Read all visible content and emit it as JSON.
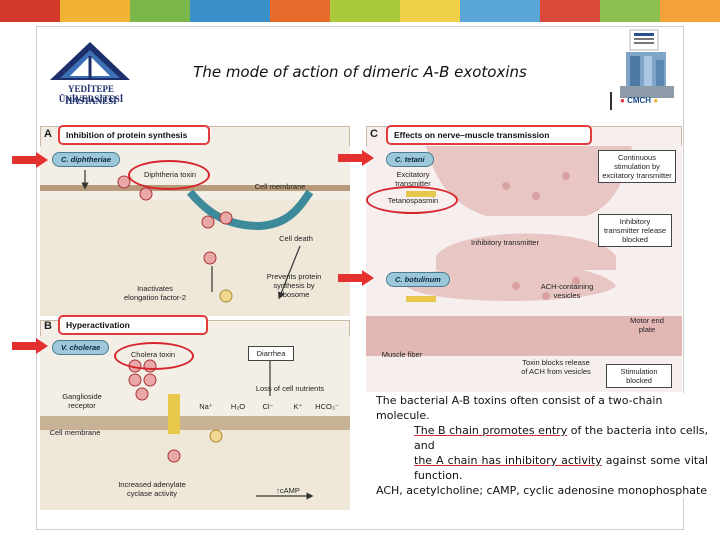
{
  "slide": {
    "title": "The mode of action of dimeric A-B exotoxins"
  },
  "logo": {
    "name_line1": "YEDİTEPE ÜNİVERSİTESİ",
    "name_line2": "HASTANESİ"
  },
  "partner": {
    "text": "CMCH"
  },
  "diagram": {
    "panel_a": {
      "letter": "A",
      "title": "Inhibition of protein synthesis",
      "bacterium": "C. diphtheriae",
      "labels": {
        "toxin": "Diphtheria toxin",
        "membrane": "Cell membrane",
        "death": "Cell death",
        "inactivates": "Inactivates elongation factor-2",
        "prevents": "Prevents protein synthesis by ribosome"
      }
    },
    "panel_b": {
      "letter": "B",
      "title": "Hyperactivation",
      "bacterium": "V. cholerae",
      "labels": {
        "toxin": "Cholera toxin",
        "diarrhea": "Diarrhea",
        "loss": "Loss of cell nutrients",
        "ganglioside": "Ganglioside receptor",
        "membrane": "Cell membrane",
        "adenylate": "Increased adenylate cyclase activity",
        "camp": "↑cAMP",
        "ions": [
          "Na⁺",
          "H₂O",
          "Cl⁻",
          "K⁺",
          "HCO₃⁻"
        ]
      }
    },
    "panel_c": {
      "letter": "C",
      "title": "Effects on nerve–muscle transmission",
      "bacterium_1": "C. tetani",
      "bacterium_2": "C. botulinum",
      "labels": {
        "excitatory": "Excitatory transmitter",
        "tetanospasmin": "Tetanospasmin",
        "continuous": "Continuous stimulation by excitatory transmitter",
        "inhibitory": "Inhibitory transmitter",
        "release_blocked": "Inhibitory transmitter release blocked",
        "ach_vesicles": "ACH-containing vesicles",
        "motor_plate": "Motor end plate",
        "muscle": "Muscle fiber",
        "toxin_blocks": "Toxin blocks release of ACH from vesicles",
        "stim_blocked": "Stimulation blocked"
      }
    }
  },
  "text": {
    "line1": "The bacterial A-B toxins often consist of a two-chain molecule.",
    "b_chain_u": "The B chain promotes entry",
    "b_chain_rest": " of the bacteria into cells, and",
    "a_chain_u": "the A chain has inhibitory activity",
    "a_chain_rest": " against some vital function.",
    "abbrev": "ACH, acetylcholine; cAMP, cyclic adenosine monophosphate"
  },
  "colors": {
    "accent_red": "#e23b3b",
    "navy": "#1d2f6b",
    "bacterium_blue": "#9cc8da"
  }
}
